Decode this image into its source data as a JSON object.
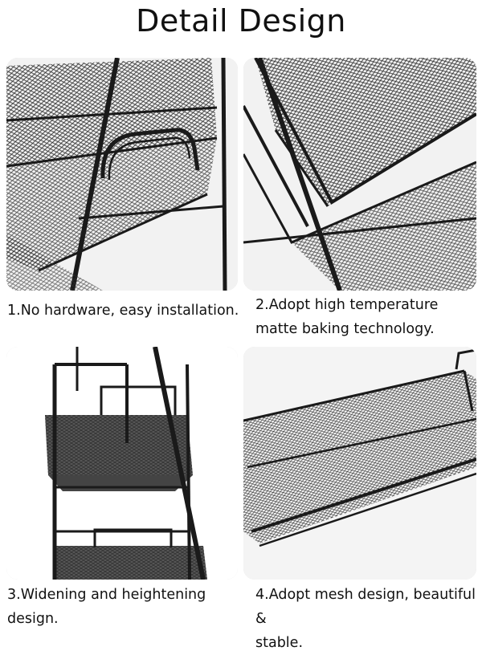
{
  "header": {
    "title": "Detail Design"
  },
  "panels": [
    {
      "caption": "1.No hardware, easy installation.",
      "icon": "mesh-basket-handle-photo"
    },
    {
      "caption": "2.Adopt high temperature\nmatte baking technology.",
      "icon": "mesh-basket-corner-photo"
    },
    {
      "caption": "3.Widening and heightening\ndesign.",
      "icon": "rack-tiers-photo"
    },
    {
      "caption": "4.Adopt mesh design, beautiful &\nstable.",
      "icon": "mesh-tray-photo"
    }
  ],
  "colors": {
    "metal": "#1a1a1a",
    "mesh": "#3a3a3a",
    "background": "#ffffff",
    "photo_bg": "#f1f1f1"
  }
}
